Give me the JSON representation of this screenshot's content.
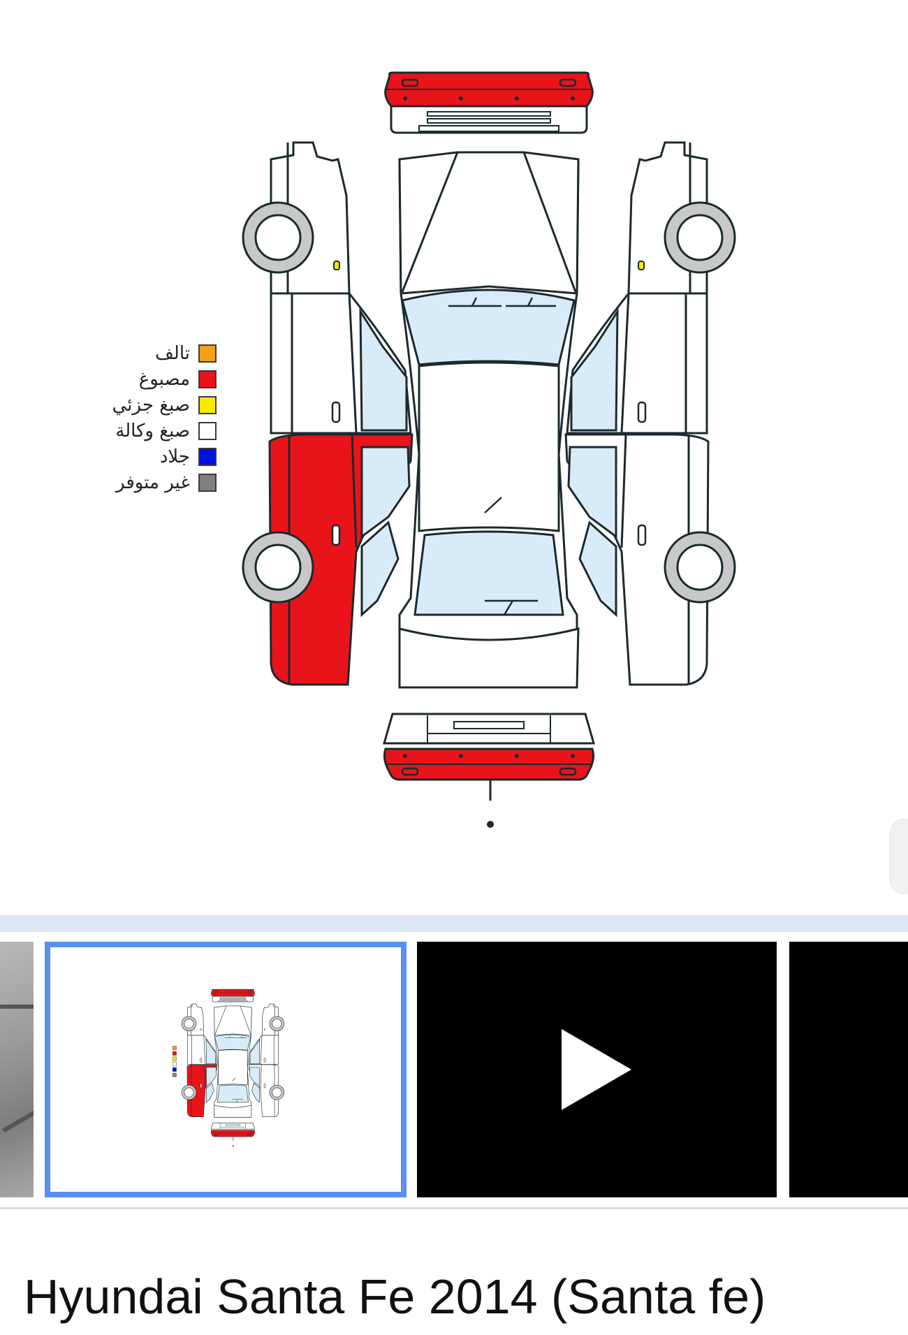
{
  "legend": [
    {
      "label": "تالف",
      "color": "#f5a01a"
    },
    {
      "label": "مصبوغ",
      "color": "#e8141a"
    },
    {
      "label": "صبغ جزئي",
      "color": "#f5ea00"
    },
    {
      "label": "صبغ وكالة",
      "color": "#ffffff"
    },
    {
      "label": "جلاد",
      "color": "#0010e0"
    },
    {
      "label": "غير متوفر",
      "color": "#808080"
    }
  ],
  "diagram_colors": {
    "painted": "#e8141a",
    "glass": "#d8ebf9",
    "outline": "#1b2a2e",
    "tire": "#c8c8c8"
  },
  "thumbnails": [
    {
      "type": "photo",
      "icon": "photo-thumbnail"
    },
    {
      "type": "diagram",
      "selected": true,
      "icon": "car-diagram-thumbnail"
    },
    {
      "type": "video",
      "icon": "play-icon"
    },
    {
      "type": "video",
      "icon": "video-thumbnail"
    }
  ],
  "accent_color": "#5b8ff0",
  "listing": {
    "title": "Hyundai Santa Fe 2014 (Santa fe)"
  }
}
